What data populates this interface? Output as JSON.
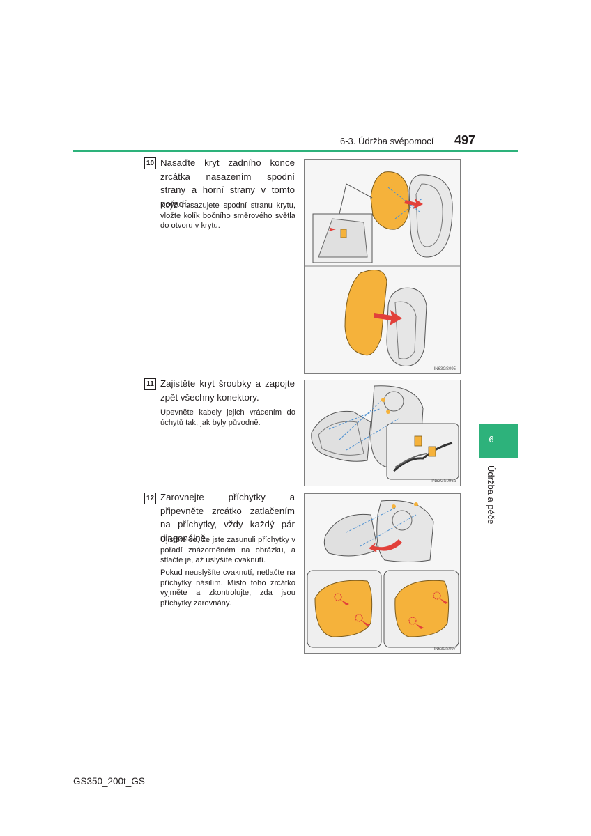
{
  "header": {
    "section": "6-3. Údržba svépomocí",
    "page_number": "497"
  },
  "steps": [
    {
      "number": "10",
      "text": "Nasaďte kryt zadního konce zrcátka nasazením spodní strany a horní strany v tomto pořadí.",
      "notes": [
        "Když nasazujete spodní stranu krytu, vložte kolík bočního směrového světla do otvoru v krytu."
      ],
      "figure_code": "IN63GS095"
    },
    {
      "number": "11",
      "text": "Zajistěte kryt šroubky a zapojte zpět všechny konektory.",
      "notes": [
        "Upevněte kabely jejich vrácením do úchytů tak, jak byly původně."
      ],
      "figure_code": "IN63GS096a"
    },
    {
      "number": "12",
      "text": "Zarovnejte příchytky a připevněte zrcátko zatlačením na příchytky, vždy každý pár diagonálně.",
      "notes": [
        "Ujistěte se, že jste zasunuli příchytky v pořadí znázorněném na obrázku, a stlačte je, až uslyšíte cvaknutí.",
        "Pokud neuslyšíte cvaknutí, netlačte na příchytky násilím. Místo toho zrcátko vyjměte a zkontrolujte, zda jsou příchytky zarovnány."
      ],
      "figure_code": "IN63GS097"
    }
  ],
  "side_tab": {
    "number": "6",
    "label": "Údržba a péče"
  },
  "footer": {
    "model": "GS350_200t_GS"
  },
  "colors": {
    "accent_green": "#2db27b",
    "highlight_orange": "#f5b23b",
    "arrow_red": "#e2403a",
    "dashed_blue": "#4a8fd1"
  }
}
